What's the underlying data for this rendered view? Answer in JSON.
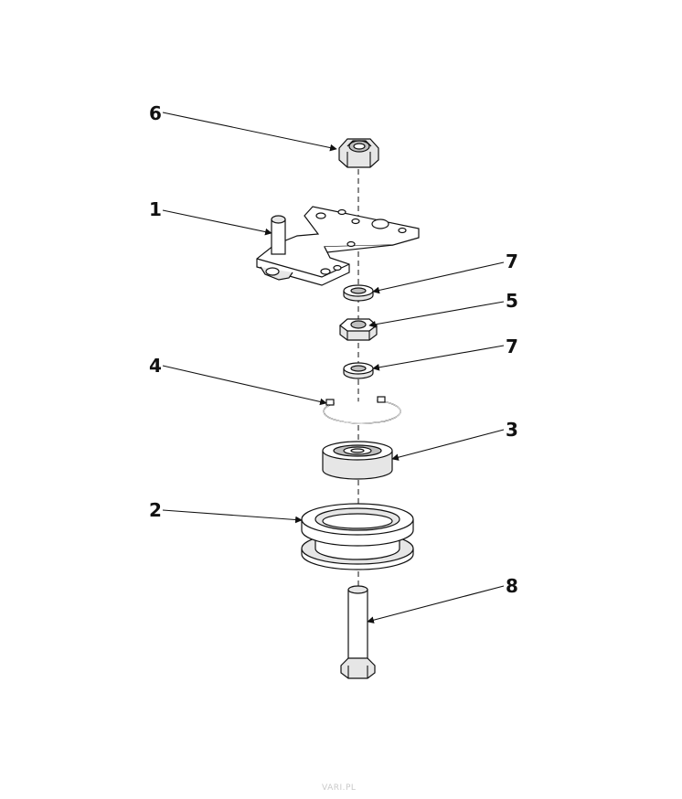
{
  "callouts": {
    "c1": "1",
    "c2": "2",
    "c3": "3",
    "c4": "4",
    "c5": "5",
    "c6": "6",
    "c7a": "7",
    "c7b": "7",
    "c8": "8"
  },
  "watermark": "VARI.PL",
  "colors": {
    "line": "#111111",
    "fill": "#ffffff",
    "shade": "#e6e6e6"
  }
}
